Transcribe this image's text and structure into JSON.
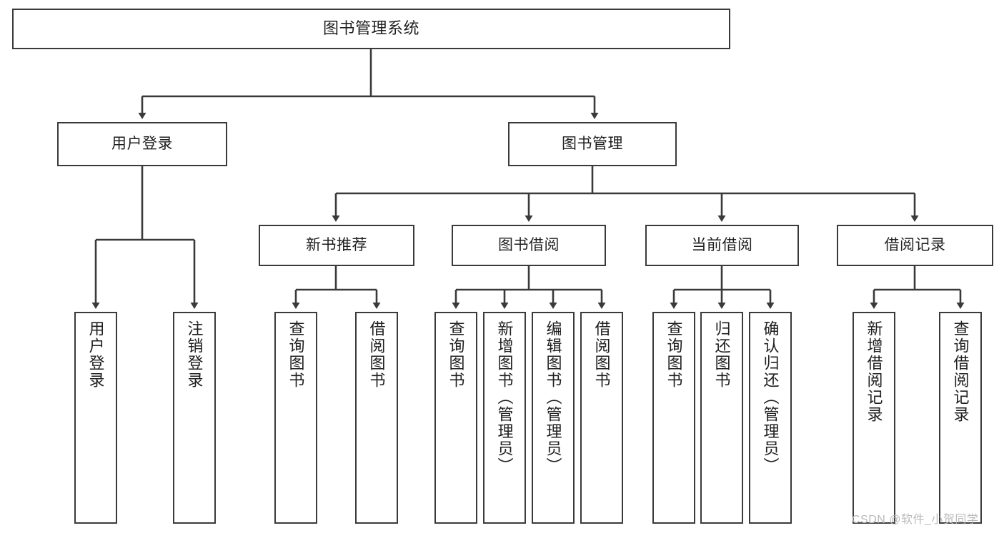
{
  "diagram": {
    "title": "图书管理系统",
    "type": "tree-hierarchy",
    "watermark": "CSDN @软件_小贺同学",
    "colors": {
      "stroke": "#3a3a3a",
      "box_fill": "#ffffff",
      "text": "#1f1f1f",
      "watermark": "#b9b9b9",
      "background": "#ffffff"
    }
  },
  "nodes": {
    "root": {
      "label": "图书管理系统"
    },
    "level1": [
      {
        "id": "user-login",
        "label": "用户登录"
      },
      {
        "id": "book-management",
        "label": "图书管理"
      }
    ],
    "level2": [
      {
        "id": "new-book-recommend",
        "label": "新书推荐"
      },
      {
        "id": "book-borrow",
        "label": "图书借阅"
      },
      {
        "id": "current-borrow",
        "label": "当前借阅"
      },
      {
        "id": "borrow-record",
        "label": "借阅记录"
      }
    ],
    "leaves": {
      "user-login": [
        {
          "id": "leaf-user-login",
          "label": "用户登录"
        },
        {
          "id": "leaf-logout",
          "label": "注销登录"
        }
      ],
      "new-book-recommend": [
        {
          "id": "leaf-query-book-1",
          "label": "查询图书"
        },
        {
          "id": "leaf-borrow-book-1",
          "label": "借阅图书"
        }
      ],
      "book-borrow": [
        {
          "id": "leaf-query-book-2",
          "label": "查询图书"
        },
        {
          "id": "leaf-add-book",
          "label": "新增图书（管理员）"
        },
        {
          "id": "leaf-edit-book",
          "label": "编辑图书（管理员）"
        },
        {
          "id": "leaf-borrow-book-2",
          "label": "借阅图书"
        }
      ],
      "current-borrow": [
        {
          "id": "leaf-query-book-3",
          "label": "查询图书"
        },
        {
          "id": "leaf-return-book",
          "label": "归还图书"
        },
        {
          "id": "leaf-confirm-return",
          "label": "确认归还（管理员）"
        }
      ],
      "borrow-record": [
        {
          "id": "leaf-add-record",
          "label": "新增借阅记录"
        },
        {
          "id": "leaf-query-record",
          "label": "查询借阅记录"
        }
      ]
    }
  }
}
